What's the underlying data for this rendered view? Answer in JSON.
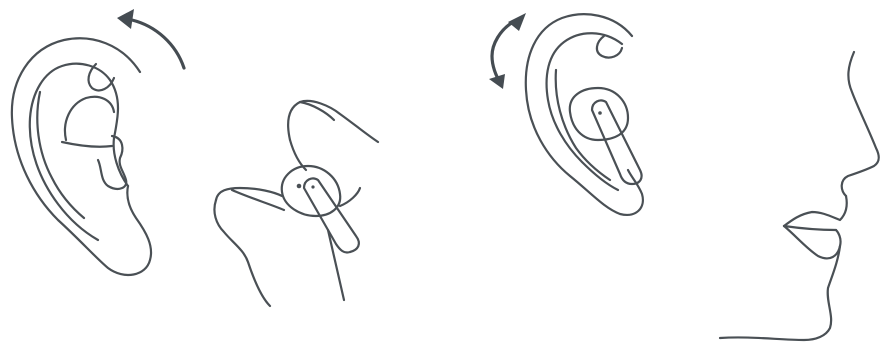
{
  "figure": {
    "panels": [
      {
        "id": "step-1",
        "content": [
          "ear",
          "rotate-back-arrow",
          "hand-holding-earbud"
        ]
      },
      {
        "id": "step-2",
        "content": [
          "ear-with-earbud",
          "rotate-both-ways-arrow",
          "face-profile"
        ]
      }
    ],
    "colors": {
      "stroke": "#4a5055",
      "arrow": "#454c52",
      "background": "#ffffff"
    },
    "icons": [
      "curved-arrow-icon",
      "double-curved-arrow-icon"
    ]
  }
}
